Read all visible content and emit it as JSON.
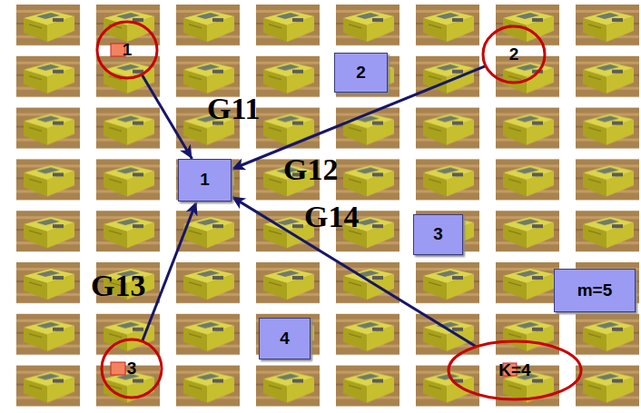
{
  "diagram": {
    "nodes": [
      {
        "text": [
          "1"
        ]
      },
      {
        "text": [
          "2"
        ]
      },
      {
        "text": [
          "2"
        ]
      },
      {
        "text": [
          "1"
        ]
      },
      {
        "text": [
          "3"
        ]
      },
      {
        "text": [
          "m=5"
        ]
      },
      {
        "text": [
          "4"
        ]
      },
      {
        "text": [
          "3"
        ]
      },
      {
        "text": [
          "K=4"
        ]
      }
    ],
    "edges": [
      {
        "from": 0,
        "to": 3,
        "arrow": "to",
        "label": "G11"
      },
      {
        "from": 2,
        "to": 3,
        "arrow": "to",
        "label": "G12"
      },
      {
        "from": 7,
        "to": 3,
        "arrow": "to",
        "label": "G13"
      },
      {
        "from": 8,
        "to": 3,
        "arrow": "to",
        "label": "G14"
      }
    ]
  }
}
